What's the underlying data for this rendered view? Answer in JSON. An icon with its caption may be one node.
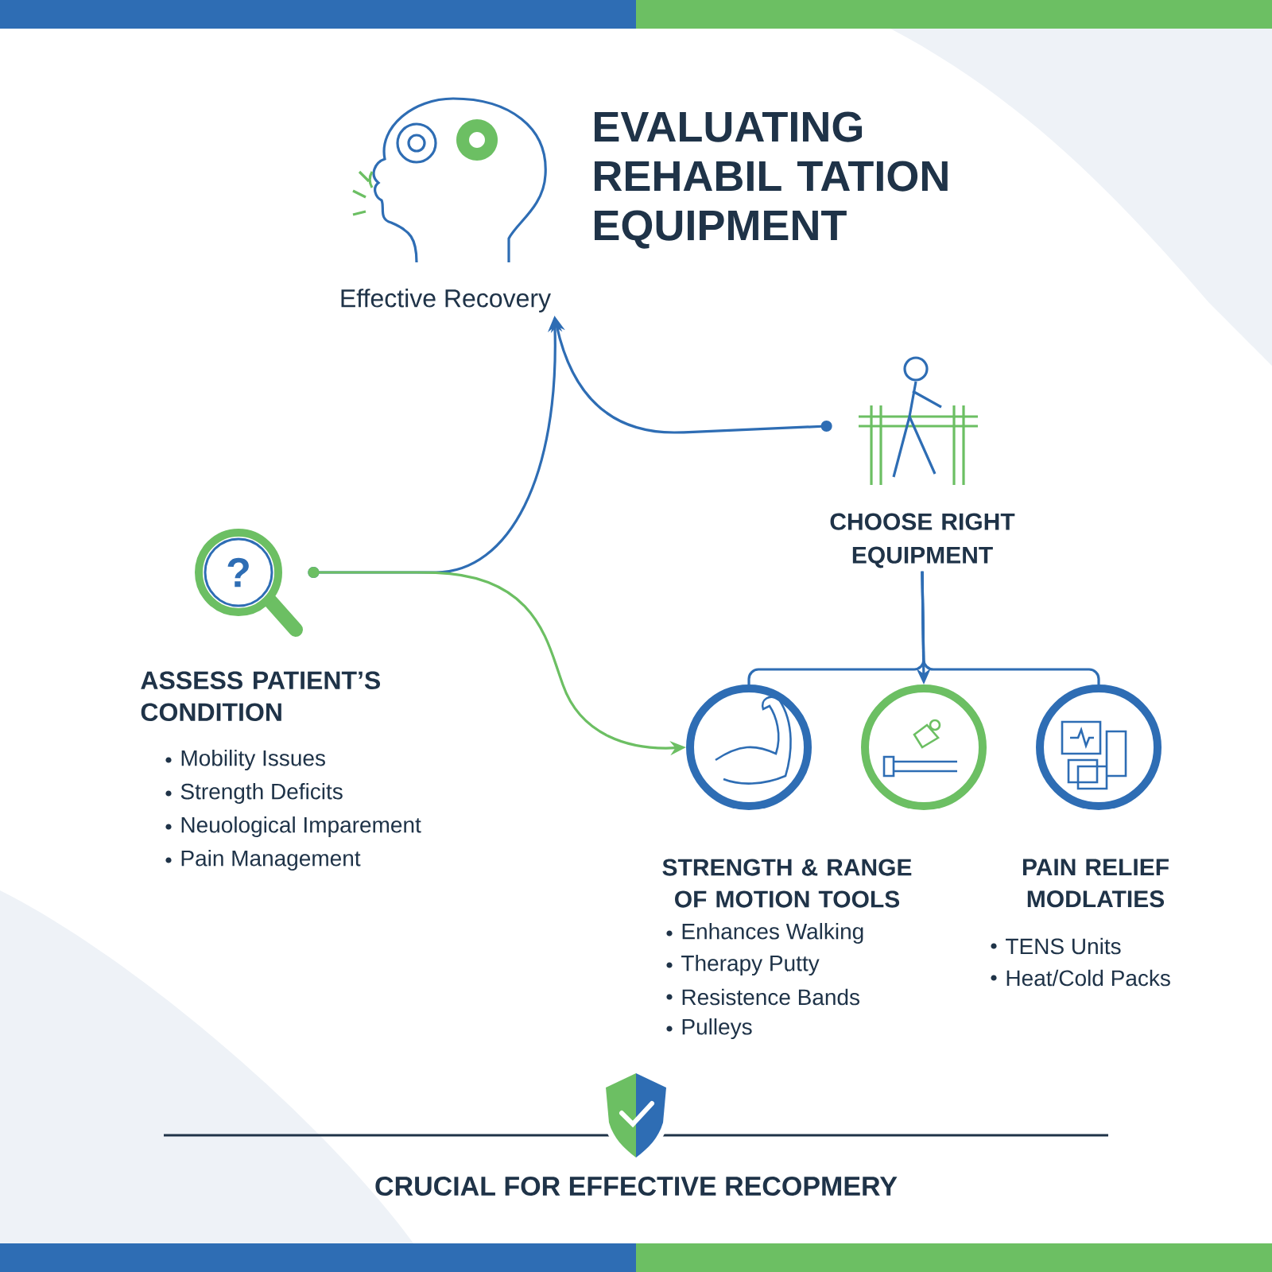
{
  "diagram": {
    "title": "EVALUATING REHABIL TATION EQUIPMENT",
    "nodes": [
      {
        "text": [
          "Effective Recovery"
        ]
      },
      {
        "text": [],
        "shape": "picture"
      },
      {
        "text": [
          "CHOOSE RIGHT EQUIPMENT"
        ]
      },
      {
        "text": [
          "?"
        ]
      },
      {
        "text": [
          "ASSESS PATIENT’S CONDITION",
          "Mobility Issues",
          "Strength Deficits",
          "Neuological Imparement",
          "Pain Management"
        ]
      },
      {
        "text": [
          "STRENGTH & RANGE OF MOTION TOOLS",
          "Enhances Walking",
          "Therapy Putty",
          "Resistence Bands",
          "Pulleys"
        ]
      },
      {
        "text": [],
        "shape": "circle"
      },
      {
        "text": [
          "PAIN RELIEF MODLATIES",
          "TENS Units",
          "Heat/Cold Packs"
        ]
      }
    ],
    "edges": [
      {
        "from": 3,
        "to": 0,
        "arrow": "to"
      },
      {
        "from": 1,
        "to": 0,
        "arrow": "to"
      },
      {
        "from": 3,
        "to": 5,
        "arrow": "to",
        "color": "#6cbf63"
      },
      {
        "from": 2,
        "to": 5,
        "arrow": "none"
      },
      {
        "from": 2,
        "to": 6,
        "arrow": "to"
      },
      {
        "from": 2,
        "to": 7,
        "arrow": "none"
      }
    ],
    "labels": [
      "CRUCIAL FOR EFFECTIVE RECOPMERY"
    ]
  }
}
